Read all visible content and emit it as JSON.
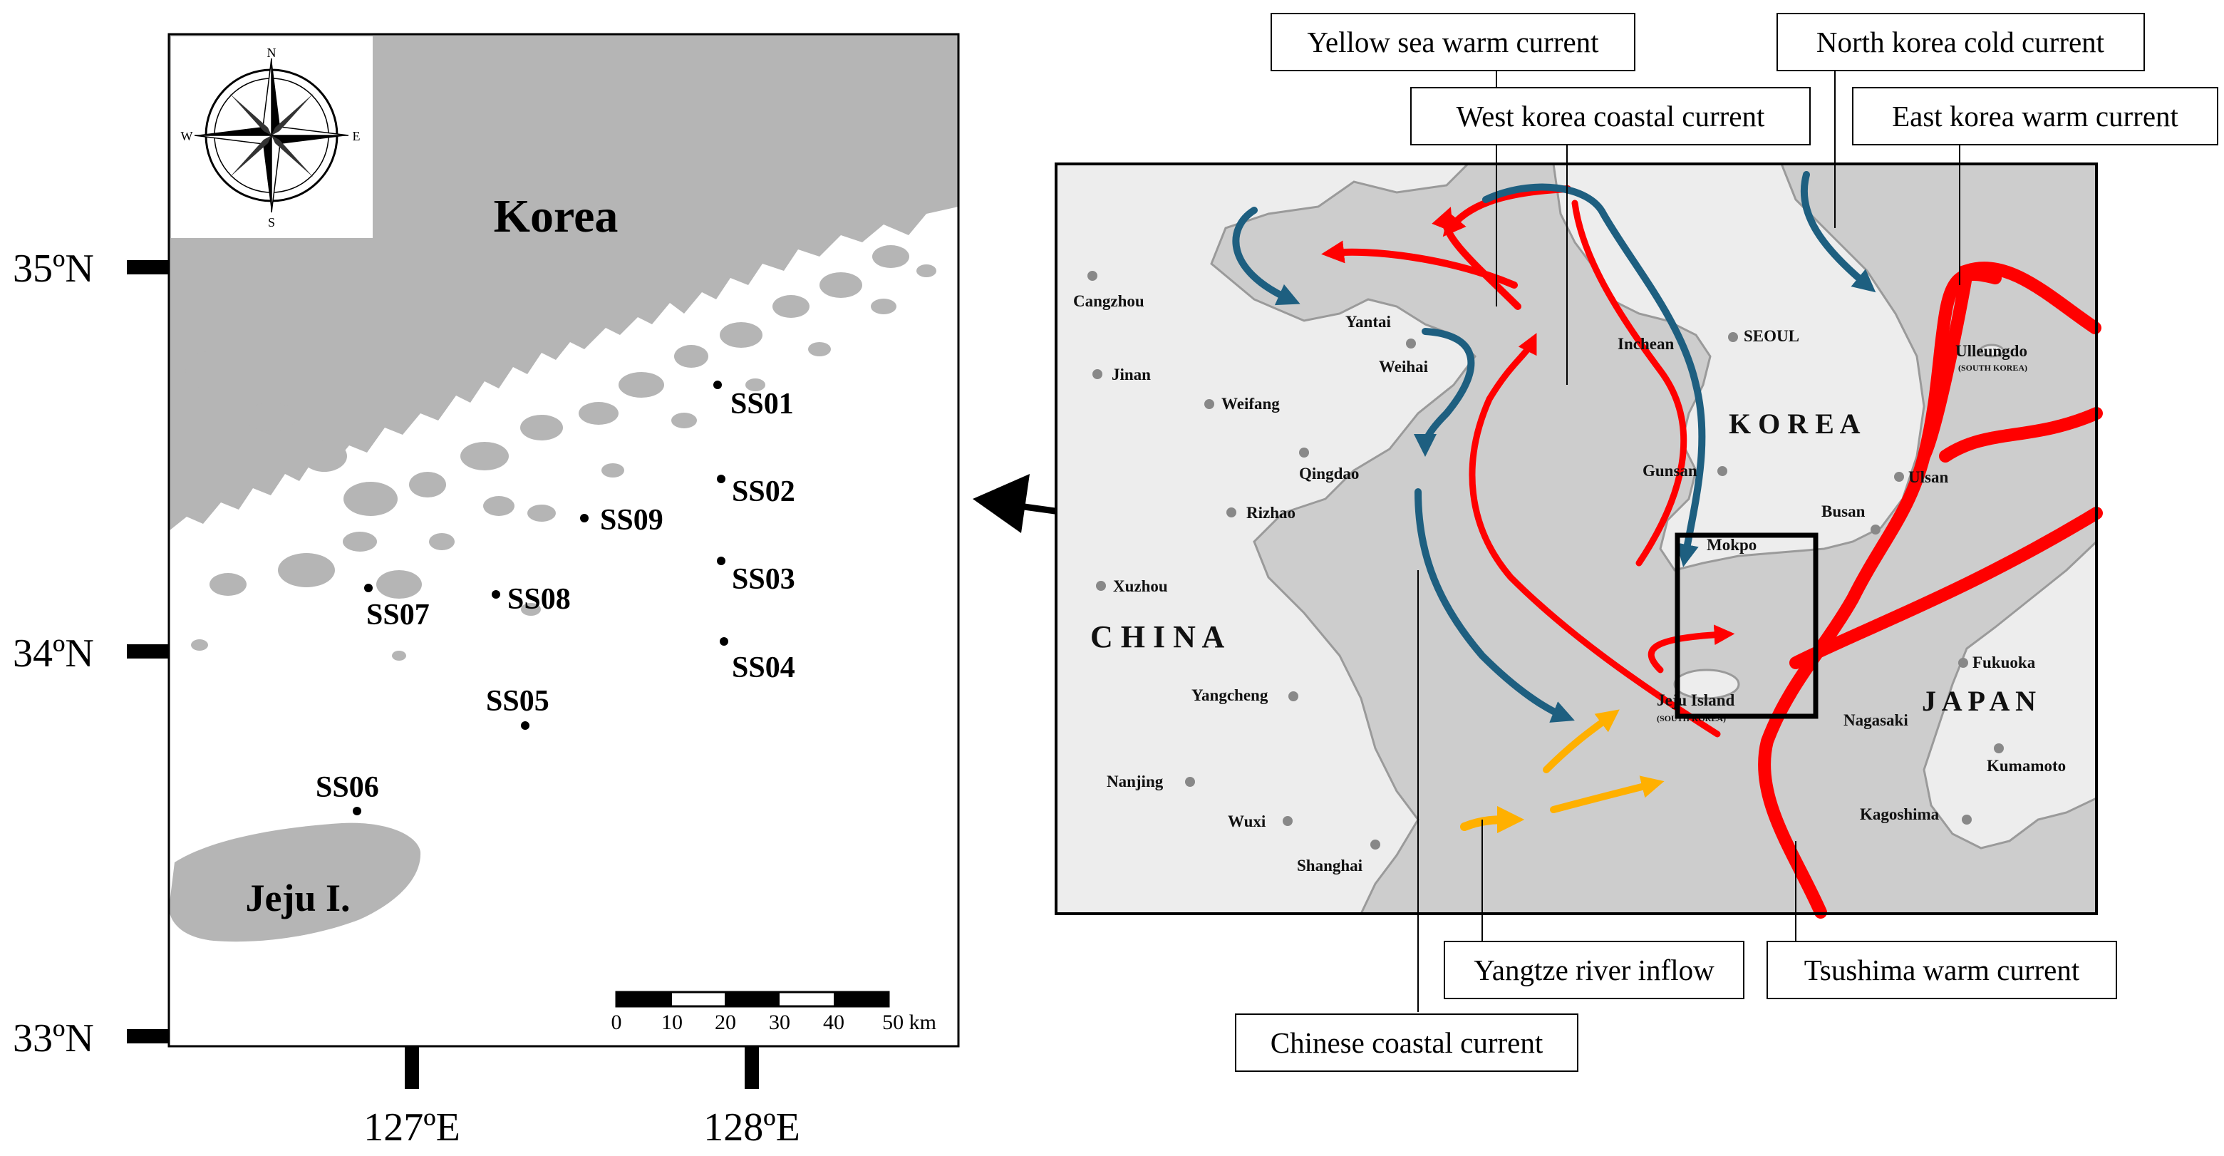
{
  "left_map": {
    "country_label": "Korea",
    "island_label": "Jeju I.",
    "lat_labels": [
      "35ºN",
      "34ºN",
      "33ºN"
    ],
    "lon_labels": [
      "127ºE",
      "128ºE"
    ],
    "stations": [
      {
        "id": "SS01"
      },
      {
        "id": "SS02"
      },
      {
        "id": "SS03"
      },
      {
        "id": "SS04"
      },
      {
        "id": "SS05"
      },
      {
        "id": "SS06"
      },
      {
        "id": "SS07"
      },
      {
        "id": "SS08"
      },
      {
        "id": "SS09"
      }
    ],
    "scale_bar": {
      "ticks": [
        "0",
        "10",
        "20",
        "30",
        "40",
        "50 km"
      ]
    },
    "compass": {
      "n": "N",
      "s": "S",
      "e": "E",
      "w": "W"
    }
  },
  "right_map": {
    "country_labels": {
      "china": "C H I N A",
      "korea": "K O R E A",
      "japan": "J A P A N"
    },
    "cities": [
      {
        "name": "Cangzhou"
      },
      {
        "name": "Jinan"
      },
      {
        "name": "Weifang"
      },
      {
        "name": "Yantai"
      },
      {
        "name": "Weihai"
      },
      {
        "name": "Qingdao"
      },
      {
        "name": "Rizhao"
      },
      {
        "name": "Xuzhou"
      },
      {
        "name": "Yangcheng"
      },
      {
        "name": "Nanjing"
      },
      {
        "name": "Wuxi"
      },
      {
        "name": "Shanghai"
      },
      {
        "name": "Inchean"
      },
      {
        "name": "SEOUL"
      },
      {
        "name": "Gunsan"
      },
      {
        "name": "Mokpo"
      },
      {
        "name": "Busan"
      },
      {
        "name": "Ulsan"
      },
      {
        "name": "Ulleungdo"
      },
      {
        "name": "Fukuoka"
      },
      {
        "name": "Nagasaki"
      },
      {
        "name": "Kumamoto"
      },
      {
        "name": "Kagoshima"
      },
      {
        "name": "Jeju Island"
      }
    ],
    "subtitles": {
      "ulleungdo": "(SOUTH KOREA)",
      "jeju": "(SOUTH KOREA)"
    },
    "currents": [
      {
        "key": "yellow_sea",
        "label": "Yellow sea warm current"
      },
      {
        "key": "west_korea",
        "label": "West korea coastal current"
      },
      {
        "key": "north_korea",
        "label": "North korea cold current"
      },
      {
        "key": "east_korea",
        "label": "East korea warm current"
      },
      {
        "key": "yangtze",
        "label": "Yangtze river inflow"
      },
      {
        "key": "tsushima",
        "label": "Tsushima warm current"
      },
      {
        "key": "chinese_coastal",
        "label": "Chinese coastal current"
      }
    ]
  },
  "colors": {
    "warm_current": "#ff0000",
    "cold_current": "#1e5f80",
    "river_inflow": "#ffb000",
    "land_left": "#b5b5b5",
    "sea_right": "#cdcdcd",
    "land_right": "#ededed"
  }
}
